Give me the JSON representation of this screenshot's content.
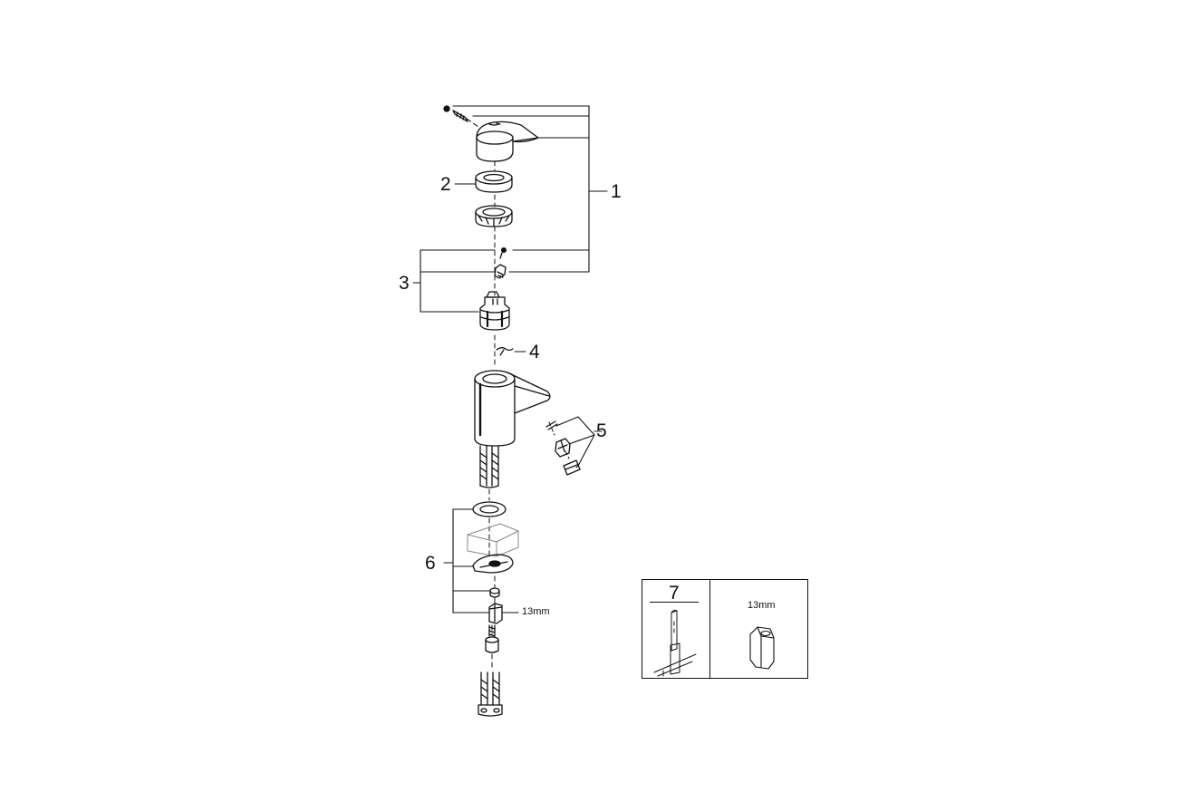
{
  "callouts": {
    "part_1": "1",
    "part_2": "2",
    "part_3": "3",
    "part_4": "4",
    "part_5": "5",
    "part_6": "6"
  },
  "dimensions": {
    "nut_size": "13mm"
  },
  "tool_box": {
    "tool_number": "7",
    "wrench_size": "13mm"
  },
  "colors": {
    "line": "#111111",
    "background": "#ffffff"
  }
}
